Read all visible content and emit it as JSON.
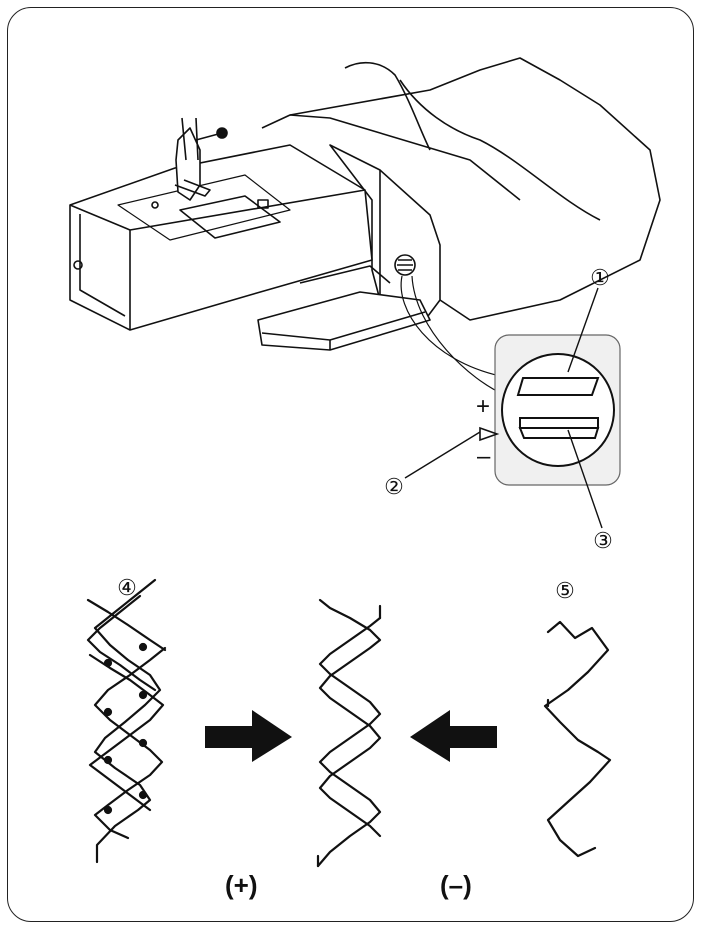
{
  "callouts": {
    "c1": "①",
    "c2": "②",
    "c3": "③",
    "c4": "④",
    "c5": "⑤"
  },
  "dial_marks": {
    "plus": "+",
    "minus": "–"
  },
  "bottom_labels": {
    "plus": "(+)",
    "minus": "(–)"
  },
  "colors": {
    "line": "#111111",
    "panel": "#f0f0f0",
    "frame": "#222222"
  },
  "icons": [
    "sewing-machine-illustration",
    "adjustment-dial-icon",
    "arrow-right-icon",
    "arrow-left-icon",
    "stitch-pattern-icon"
  ]
}
